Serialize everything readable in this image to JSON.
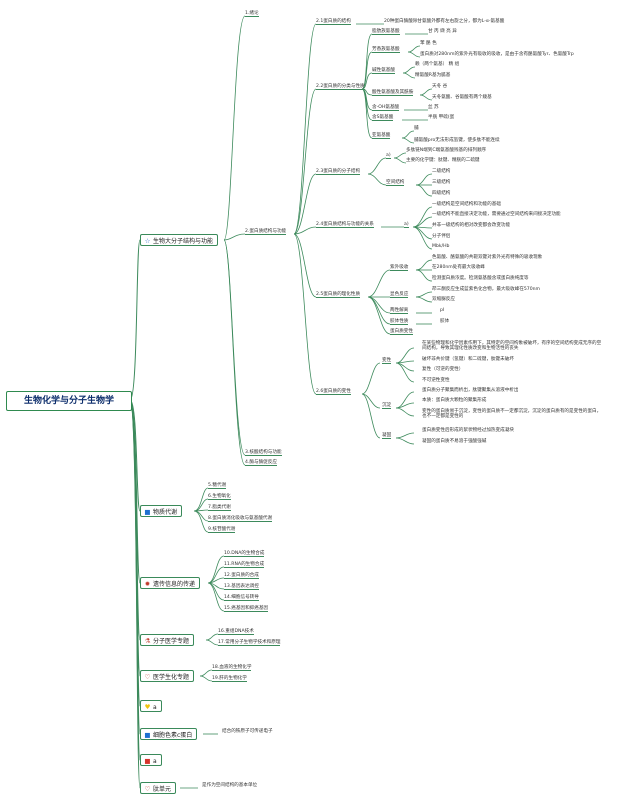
{
  "root": {
    "label": "生物化学与分子生物学"
  },
  "branches": {
    "b1": {
      "label": "生物大分子结构与功能",
      "icon": "☆",
      "icon_color": "#2a66c9"
    },
    "b2": {
      "label": "物质代谢",
      "icon": "■",
      "icon_color": "#1e6fd0"
    },
    "b3": {
      "label": "遗传信息的传递",
      "icon": "✹",
      "icon_color": "#c0392b"
    },
    "b4": {
      "label": "分子医学专题",
      "icon": "⚗",
      "icon_color": "#c0392b"
    },
    "b5": {
      "label": "医学生化专题",
      "icon": "♡",
      "icon_color": "#c0392b"
    },
    "b6": {
      "label": "a",
      "icon": "♥",
      "icon_color": "#f1c40f"
    },
    "b7": {
      "label": "细胞色素c蛋白",
      "icon": "■",
      "icon_color": "#1e6fd0"
    },
    "b8": {
      "label": "a",
      "icon": "■",
      "icon_color": "#d6342c"
    },
    "b9": {
      "label": "肽单元",
      "icon": "♡",
      "icon_color": "#c0392b"
    }
  },
  "b1_children": {
    "c1": "1.绪论",
    "c2": "2.蛋白质结构与功能",
    "c3": "3.核酸结构与功能",
    "c4": "4.酶与酶促反应"
  },
  "protein": {
    "s21": "2.1蛋白质的结构",
    "s21_note": "20种蛋白酶酸除甘氨酸外都有左右旋之分，都为L-α-氨基酸",
    "s22": "2.2蛋白质的分类与性质",
    "s22_items": {
      "nonpolar": "脂肪族氨基酸",
      "nonpolar_note": "甘 丙 缬 亮 异",
      "aromatic": "芳香族氨基酸",
      "aromatic_note1": "苯 酪 色",
      "aromatic_note2": "蛋白质对280nm的紫外光有吸收的吸收，是由于含有酪氨酸Tyr、色氨酸Trp",
      "basic": "碱性氨基酸",
      "basic_note1": "赖（两个氨基） 精 组",
      "basic_note2": "精氨酸R基为胍基",
      "acidic": "酸性氨基酸及其酰胺",
      "acidic_note1": "天冬 谷",
      "acidic_note2": "天冬氨酸、谷氨酸有两个羧基",
      "hydroxyl": "含-OH氨基酸",
      "hydroxyl_note": "丝 苏",
      "sulfur": "含S氨基酸",
      "sulfur_note": "半胱 甲硫(蛋",
      "imino": "亚氨基酸",
      "imino_note1": "脯",
      "imino_note2": "脯氨酸pro无法形成氢键，使多肽不能连续"
    },
    "s23": "2.3蛋白质的分子结构",
    "s23_a": "a)",
    "s23_a_note1": "多肽链N端到C端氨基酸残基的排列顺序",
    "s23_a_note2": "主要的化学键：肽键、精胱的二硫键",
    "s23_b": "空间结构",
    "s23_b_notes": [
      "二级结构",
      "三级结构",
      "四级结构"
    ],
    "s24": "2.4蛋白质结构与功能的关系",
    "s24_a": "a)",
    "s24_notes": [
      "一级结构是空间结构和功能的基础",
      "一级结构不能直接决定功能，需要通过空间结构来间接决定功能",
      "并非一级结构的相对改变都会改变功能",
      "分子伴侣",
      "Mbk/Hb"
    ],
    "s25": "2.5蛋白质的理化性质",
    "s25_items": {
      "uv": "紫外吸收",
      "uv_note1": "色氨酸、酪氨酸的共轭双键对紫外光有特殊的吸收现象",
      "uv_note2": "在280nm处有最大吸收峰",
      "uv_note3": "检测蛋白质浓度。检测氨基酸含或蛋白质纯度等",
      "color": "显色反应",
      "color_note1": "茚三酮反应生成蓝紫色化合物，最大吸收峰在570nm",
      "color_note2": "双缩脲反应",
      "amphoteric": "两性解离",
      "amphoteric_note": "pI",
      "colloid": "胶体性质",
      "colloid_note": "胶体",
      "denature": "蛋白质变性"
    },
    "s26": "2.6蛋白质的变性",
    "s26_items": {
      "deg": "变性",
      "deg_note1": "在某些物理和化学因素作用下，其特定的空间构象被破坏，有序的空间结构变成无序的空间结构，导致其理化性质改变和生物活性的丧失",
      "deg_note2": "破坏非共价键（氢键）和二硫键，肽键未破坏",
      "deg_note3": "复性（可逆的变性）",
      "deg_note4": "不可逆性变性",
      "precip": "沉淀",
      "precip_note1": "蛋白质分子聚集而析出，肽键聚集从溶液中析出",
      "precip_note2": "本质：蛋白质大颗粒的聚集形成",
      "precip_note3": "变性的蛋白质易于沉淀，变性的蛋白质不一定都沉淀，沉淀的蛋白质有的是变性的蛋白，也不一定都是变性的",
      "coag": "凝固",
      "coag_note1": "蛋白质变性后形成的絮状物经过加热变成凝块",
      "coag_note2": "凝固的蛋白质不易溶于强酸强碱"
    }
  },
  "metabolism": [
    "5.糖代谢",
    "6.生物氧化",
    "7.脂类代谢",
    "8.蛋白质消化吸收与氨基酸代谢",
    "9.核苷酸代谢"
  ],
  "genetic": [
    "10.DNA的生物合成",
    "11.RNA的生物合成",
    "12.蛋白质的合成",
    "13.基因表达调控",
    "14.细胞信号转导",
    "15.癌基因和抑癌基因"
  ],
  "molmed": [
    "16.重组DNA技术",
    "17.常用分子生物学技术和原理"
  ],
  "medbio": [
    "18.血液的生物化学",
    "19.肝的生物化学"
  ],
  "cytc_note": "结合的铁原子可传递电子",
  "peptide_note": "是作为空间结构的基本单位"
}
